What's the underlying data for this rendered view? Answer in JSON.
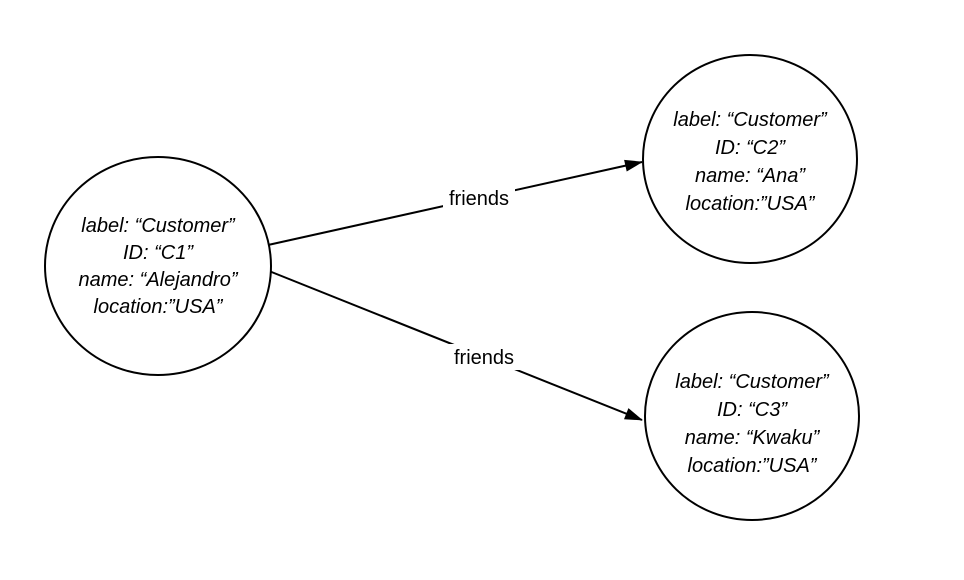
{
  "diagram": {
    "colors": {
      "background": "#ffffff",
      "stroke": "#000000",
      "text": "#000000"
    },
    "nodes": [
      {
        "id": "C1",
        "lines": [
          "label: “Customer”",
          "ID: “C1”",
          "name: “Alejandro”",
          "location:”USA”"
        ]
      },
      {
        "id": "C2",
        "lines": [
          "label: “Customer”",
          "ID: “C2”",
          "name: “Ana”",
          "location:”USA”"
        ]
      },
      {
        "id": "C3",
        "lines": [
          "label: “Customer”",
          "ID: “C3”",
          "name: “Kwaku”",
          "location:”USA”"
        ]
      }
    ],
    "edges": [
      {
        "from": "C1",
        "to": "C2",
        "label": "friends"
      },
      {
        "from": "C1",
        "to": "C3",
        "label": "friends"
      }
    ]
  }
}
